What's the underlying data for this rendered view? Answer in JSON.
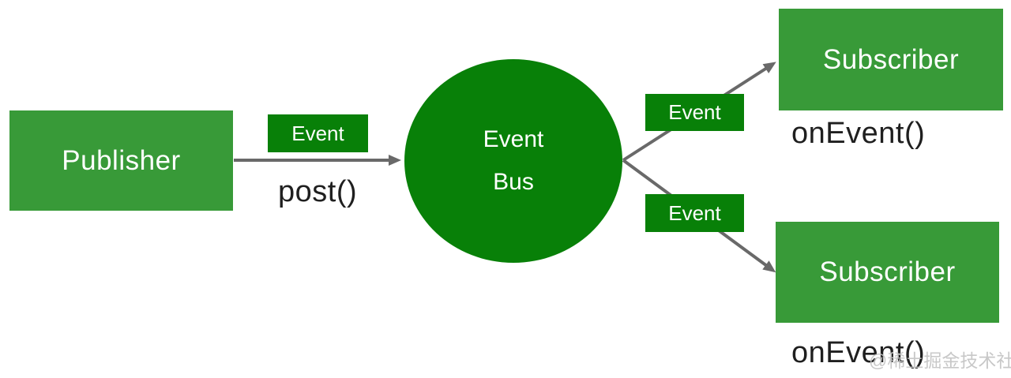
{
  "diagram": {
    "publisher": {
      "label": "Publisher",
      "event_tag": "Event",
      "method": "post()"
    },
    "event_bus": {
      "line1": "Event",
      "line2": "Bus"
    },
    "subscribers": [
      {
        "event_tag": "Event",
        "label": "Subscriber",
        "method": "onEvent()"
      },
      {
        "event_tag": "Event",
        "label": "Subscriber",
        "method": "onEvent()"
      }
    ],
    "watermark": "@稀土掘金技术社区"
  },
  "colors": {
    "node_green": "#389a38",
    "accent_green": "#088008",
    "arrow_gray": "#696969",
    "method_text": "#1f1f1f",
    "node_text": "#ffffff",
    "watermark_gray": "#c3c3c3"
  }
}
